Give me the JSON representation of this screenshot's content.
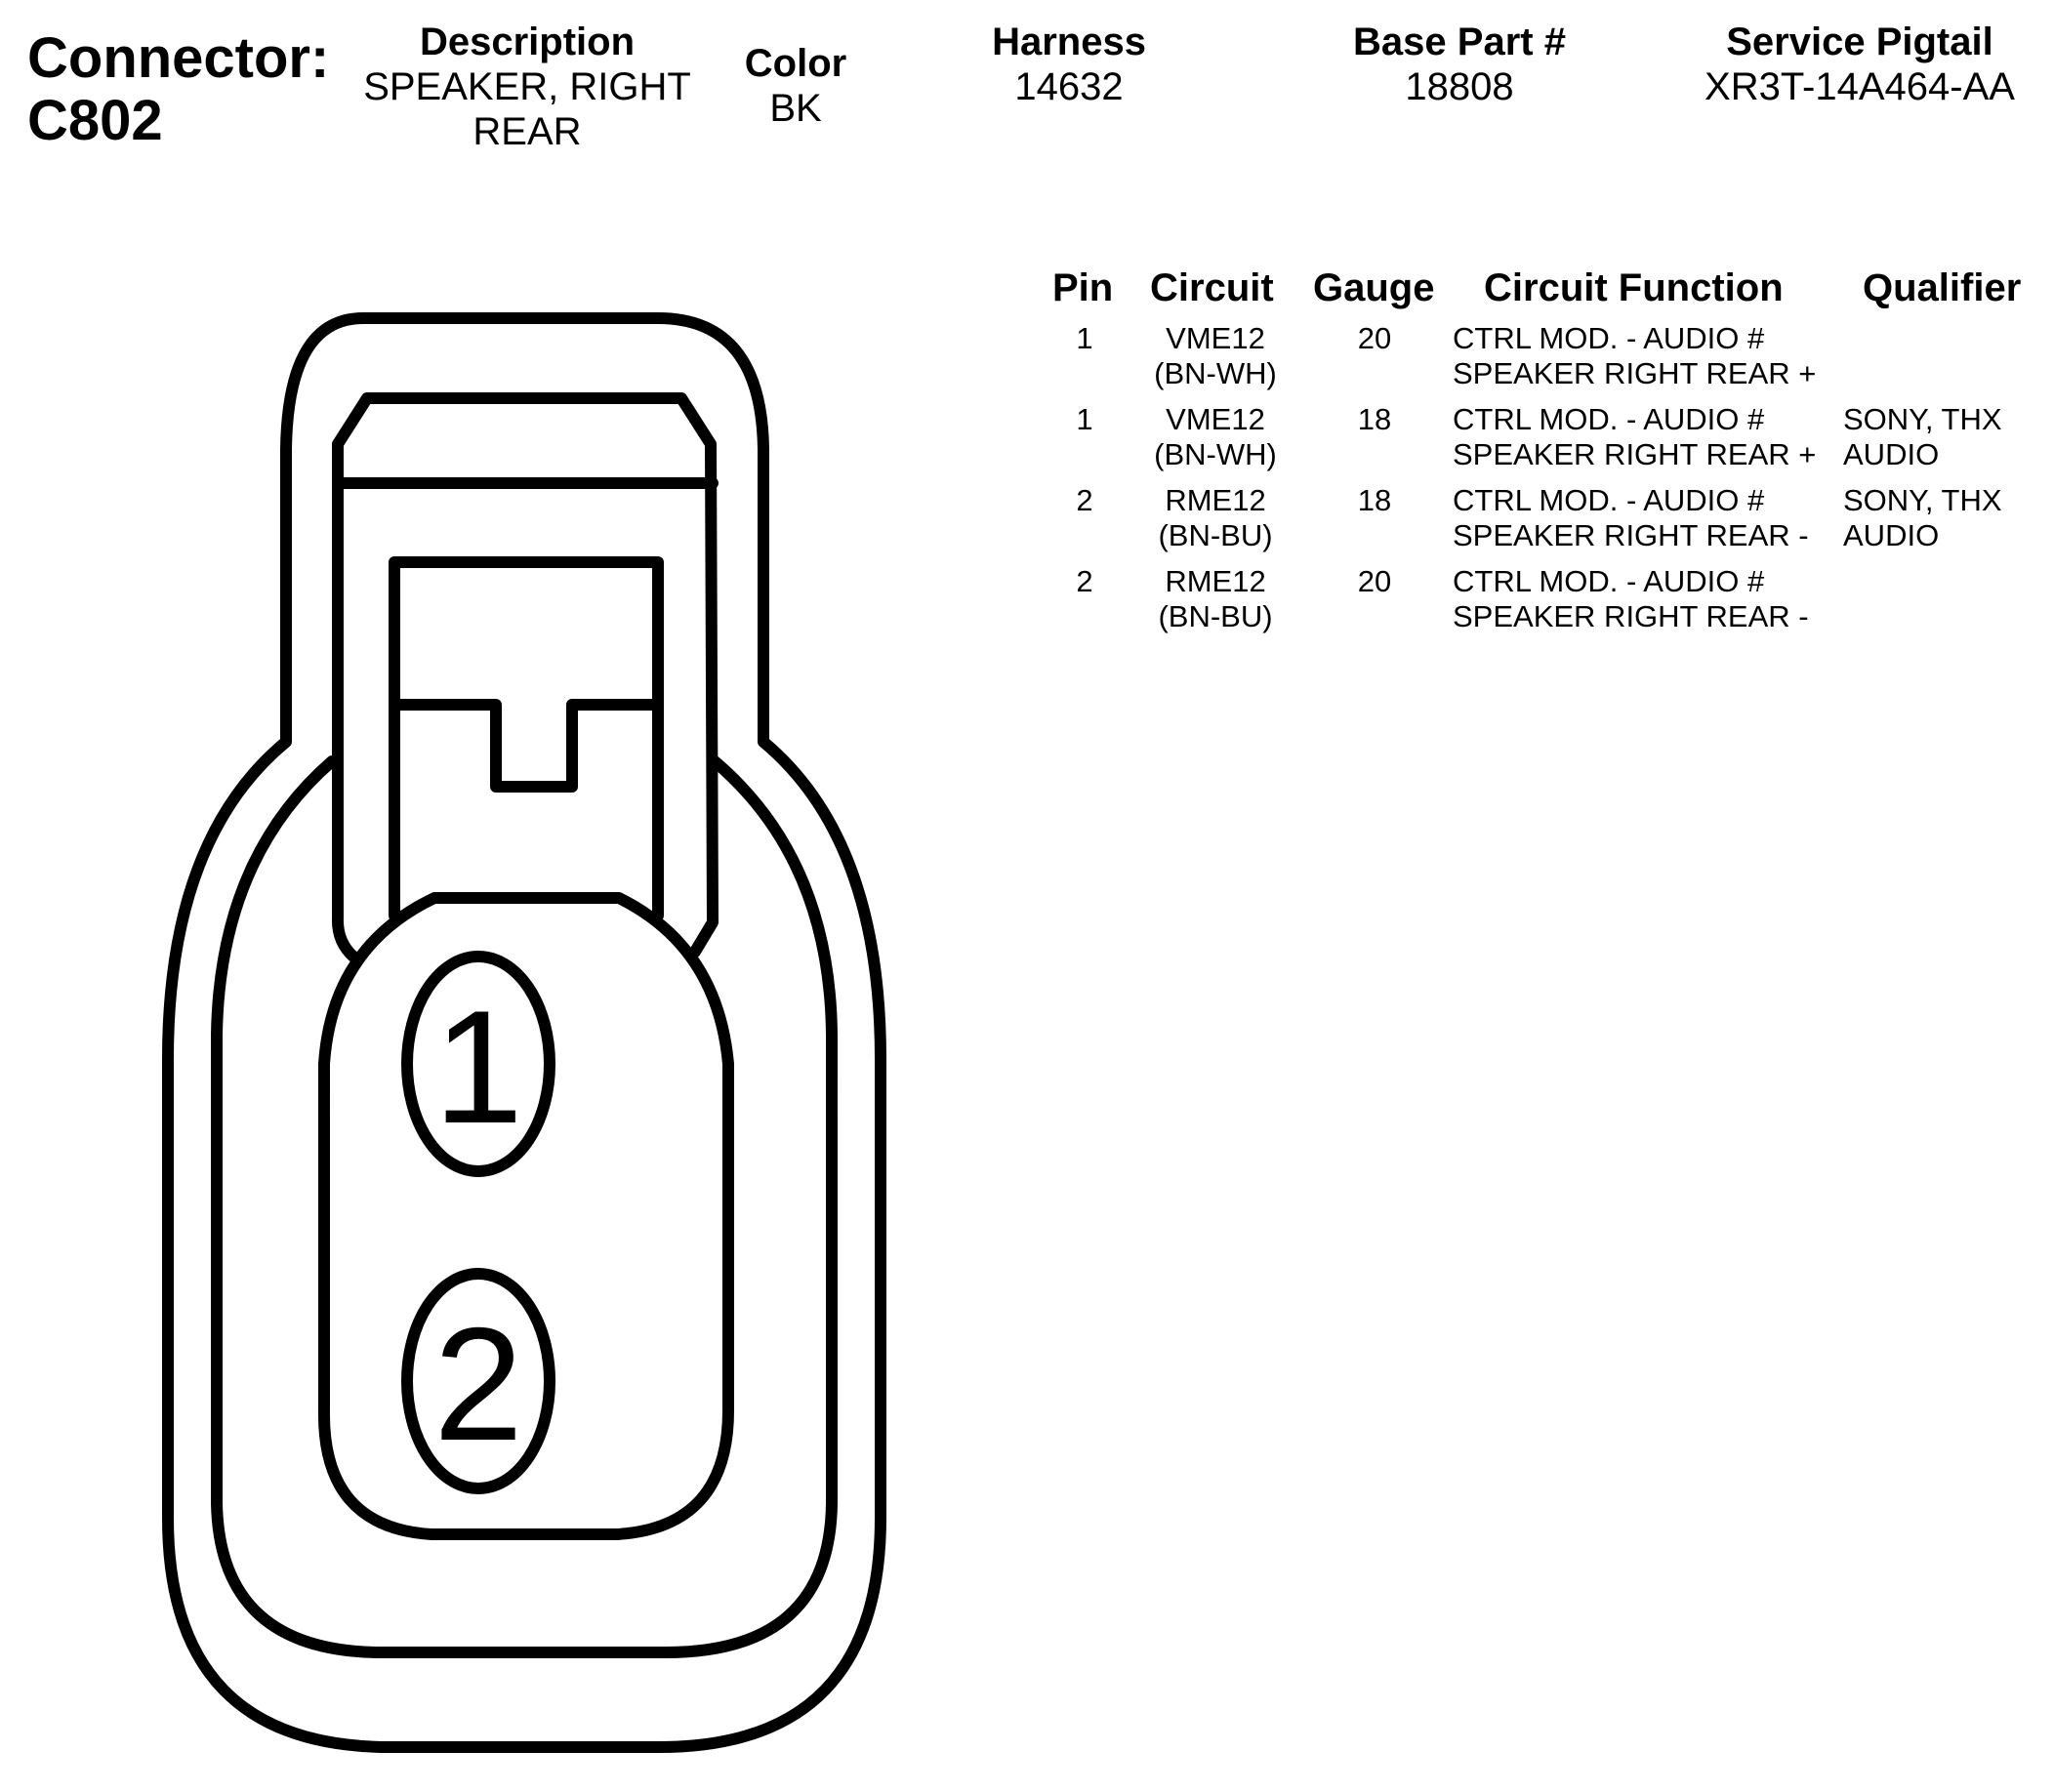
{
  "connector": {
    "label": "Connector:",
    "id": "C802"
  },
  "header": {
    "description": {
      "label": "Description",
      "value": "SPEAKER, RIGHT REAR"
    },
    "color": {
      "label": "Color",
      "value": "BK"
    },
    "harness": {
      "label": "Harness",
      "value": "14632"
    },
    "base_part": {
      "label": "Base Part #",
      "value": "18808"
    },
    "service_pigtail": {
      "label": "Service Pigtail",
      "value": "XR3T-14A464-AA"
    }
  },
  "table": {
    "columns": [
      "Pin",
      "Circuit",
      "Gauge",
      "Circuit Function",
      "Qualifier"
    ],
    "rows": [
      {
        "pin": "1",
        "circuit": "VME12",
        "circuit_color": "(BN-WH)",
        "gauge": "20",
        "function_1": "CTRL MOD. - AUDIO #",
        "function_2": "SPEAKER RIGHT REAR +",
        "qualifier_1": "",
        "qualifier_2": ""
      },
      {
        "pin": "1",
        "circuit": "VME12",
        "circuit_color": "(BN-WH)",
        "gauge": "18",
        "function_1": "CTRL MOD. - AUDIO #",
        "function_2": "SPEAKER RIGHT REAR +",
        "qualifier_1": "SONY, THX",
        "qualifier_2": "AUDIO"
      },
      {
        "pin": "2",
        "circuit": "RME12",
        "circuit_color": "(BN-BU)",
        "gauge": "18",
        "function_1": "CTRL MOD. - AUDIO #",
        "function_2": "SPEAKER RIGHT REAR -",
        "qualifier_1": "SONY, THX",
        "qualifier_2": "AUDIO"
      },
      {
        "pin": "2",
        "circuit": "RME12",
        "circuit_color": "(BN-BU)",
        "gauge": "20",
        "function_1": "CTRL MOD. - AUDIO #",
        "function_2": "SPEAKER RIGHT REAR -",
        "qualifier_1": "",
        "qualifier_2": ""
      }
    ]
  },
  "diagram": {
    "pins": [
      "1",
      "2"
    ]
  }
}
